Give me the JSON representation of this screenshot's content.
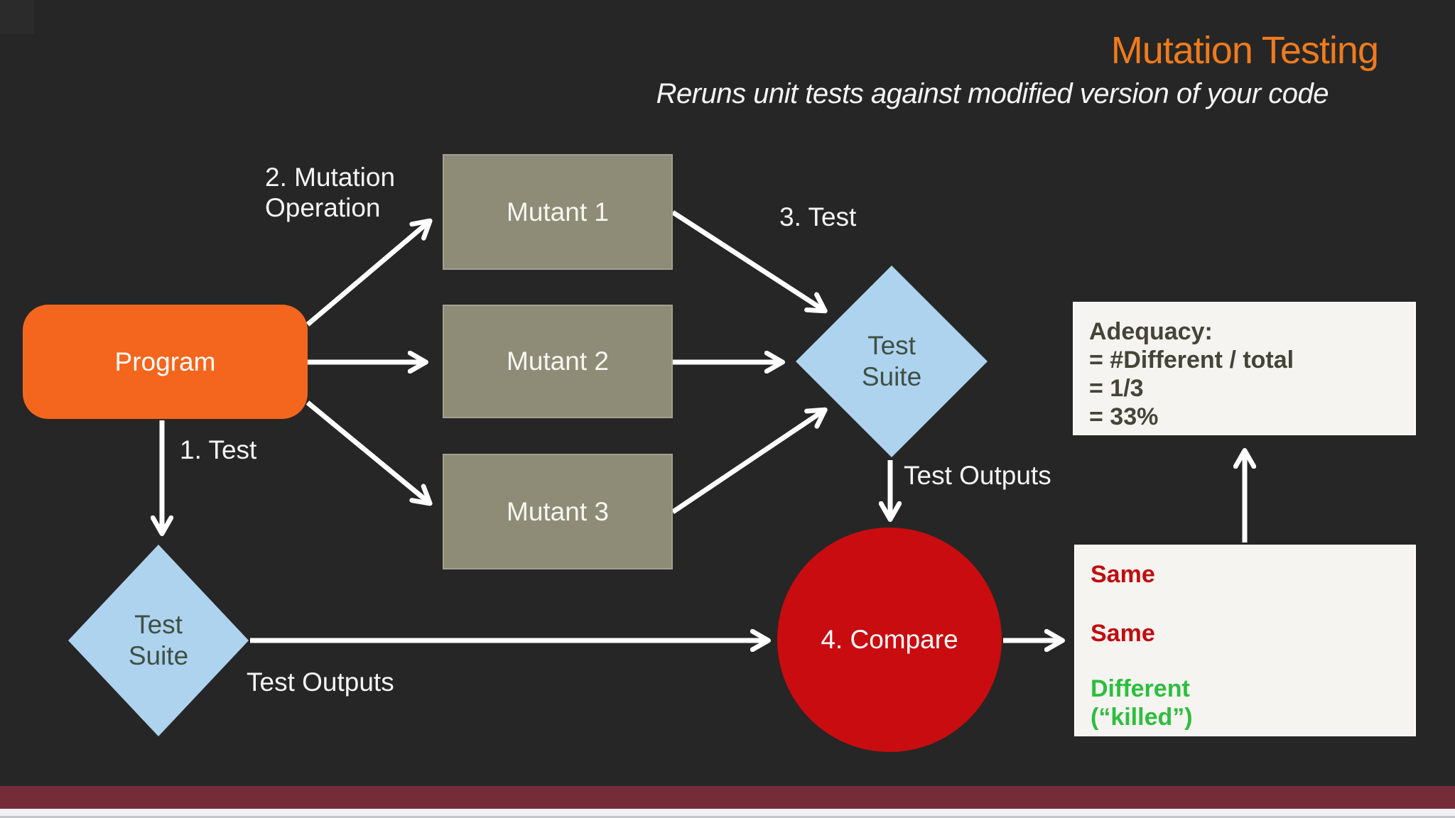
{
  "slide": {
    "title": "Mutation Testing",
    "subtitle": "Reruns unit tests against modified version of your code"
  },
  "diagram": {
    "program": {
      "label": "Program"
    },
    "mutants": [
      {
        "label": "Mutant 1"
      },
      {
        "label": "Mutant 2"
      },
      {
        "label": "Mutant 3"
      }
    ],
    "test_suite_top": {
      "line1": "Test",
      "line2": "Suite"
    },
    "test_suite_bottom": {
      "line1": "Test",
      "line2": "Suite"
    },
    "compare": {
      "label": "4. Compare"
    },
    "labels": {
      "step1": "1. Test",
      "step2_line1": "2. Mutation",
      "step2_line2": "Operation",
      "step3": "3. Test",
      "test_outputs_top": "Test Outputs",
      "test_outputs_bottom": "Test Outputs"
    },
    "adequacy": {
      "lines": [
        "Adequacy:",
        "= #Different / total",
        "= 1/3",
        "= 33%"
      ]
    },
    "results": {
      "items": [
        {
          "text": "Same",
          "status": "same"
        },
        {
          "text": "Same",
          "status": "same"
        },
        {
          "text": "Different",
          "status": "different"
        },
        {
          "text": "(“killed”)",
          "status": "different"
        }
      ]
    }
  },
  "colors": {
    "background": "#262626",
    "title_orange": "#ef7b1d",
    "program_orange": "#f4661d",
    "mutant_olive": "#8e8c77",
    "diamond_blue": "#aed3ef",
    "diamond_text": "#3e5043",
    "compare_red": "#c90c10",
    "panel_offwhite": "#f5f4f0",
    "panel_text": "#454438",
    "same_red": "#c00d10",
    "different_green": "#2dbe3f",
    "accent_bar_maroon": "#742d38",
    "arrow_white": "#ffffff"
  }
}
